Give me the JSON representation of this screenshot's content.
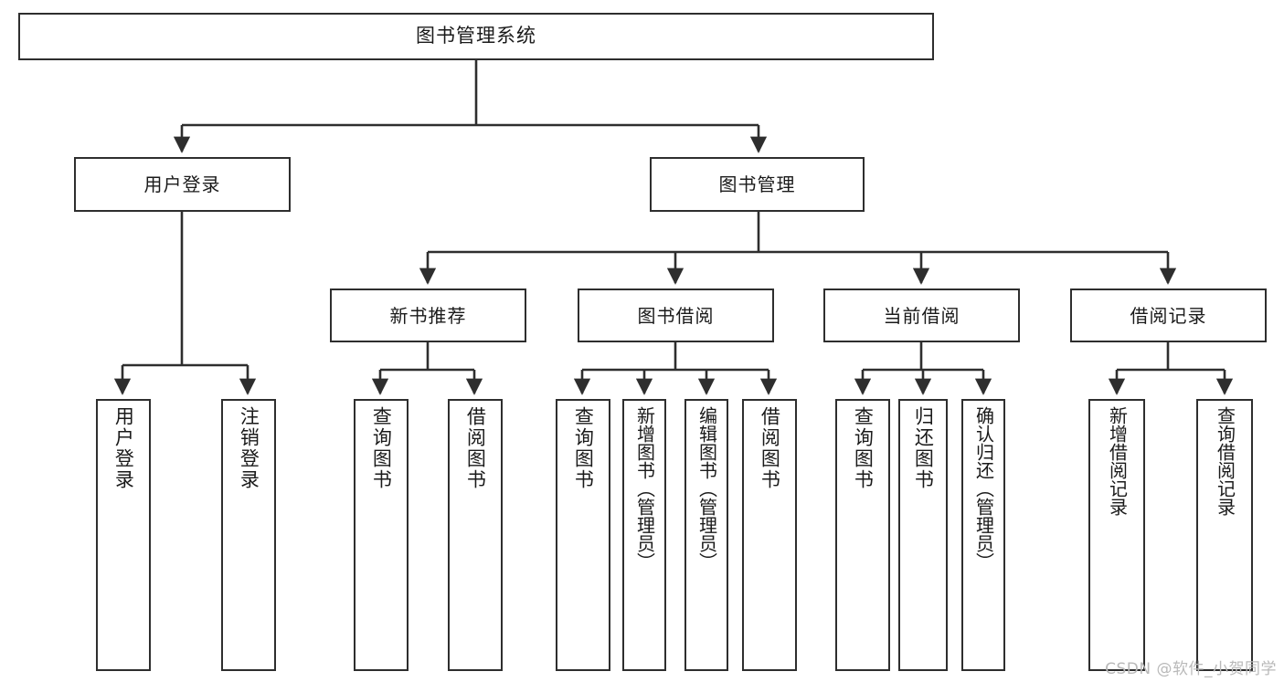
{
  "diagram": {
    "title": "图书管理系统",
    "type": "hierarchy-tree",
    "theme": {
      "background": "#ffffff",
      "box_border": "#2e2e2e",
      "box_fill": "#ffffff",
      "text": "#1a1a1a",
      "connector": "#2e2e2e",
      "watermark": "#b9b9b9"
    }
  },
  "root": {
    "label": "图书管理系统"
  },
  "tier1": [
    {
      "label": "用户登录"
    },
    {
      "label": "图书管理"
    }
  ],
  "tier2": [
    {
      "label": "新书推荐"
    },
    {
      "label": "图书借阅"
    },
    {
      "label": "当前借阅"
    },
    {
      "label": "借阅记录"
    }
  ],
  "leaves": {
    "user_login": [
      {
        "label": "用户登录"
      },
      {
        "label": "注销登录"
      }
    ],
    "new_book": [
      {
        "label": "查询图书"
      },
      {
        "label": "借阅图书"
      }
    ],
    "borrow": [
      {
        "label": "查询图书"
      },
      {
        "label": "新增图书（管理员）"
      },
      {
        "label": "编辑图书（管理员）"
      },
      {
        "label": "借阅图书"
      }
    ],
    "current": [
      {
        "label": "查询图书"
      },
      {
        "label": "归还图书"
      },
      {
        "label": "确认归还（管理员）"
      }
    ],
    "records": [
      {
        "label": "新增借阅记录"
      },
      {
        "label": "查询借阅记录"
      }
    ]
  },
  "watermark": {
    "text": "CSDN @软件_小贺同学"
  }
}
